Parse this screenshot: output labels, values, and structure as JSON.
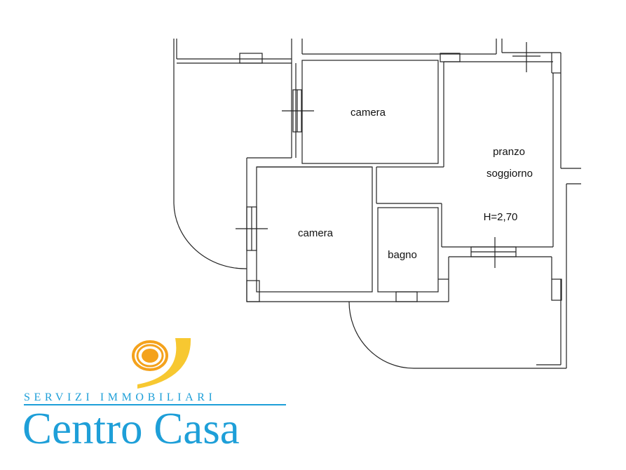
{
  "floorplan": {
    "rooms": [
      {
        "id": "camera-top",
        "label": "camera"
      },
      {
        "id": "camera-left",
        "label": "camera"
      },
      {
        "id": "bagno",
        "label": "bagno"
      },
      {
        "id": "soggiorno",
        "lines": [
          "pranzo",
          "soggiorno"
        ]
      }
    ],
    "ceiling_height": "H=2,70"
  },
  "logo": {
    "tagline": "SERVIZI IMMOBILIARI",
    "name": "Centro Casa",
    "colors": {
      "brand_blue": "#1e9fd8",
      "sun_orange": "#f4a21c",
      "ring_yellow": "#f7c831"
    }
  }
}
